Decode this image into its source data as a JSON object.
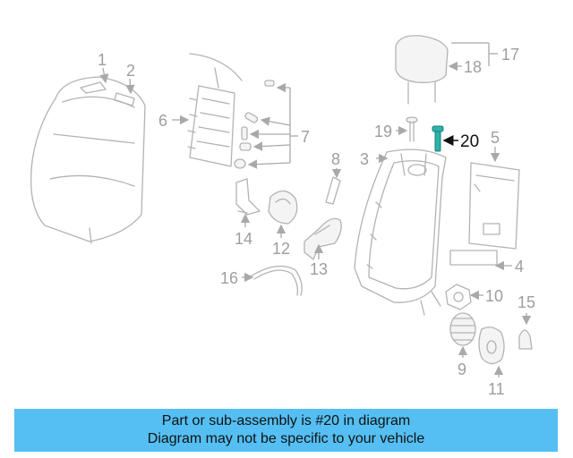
{
  "callouts": {
    "c1": "1",
    "c2": "2",
    "c3": "3",
    "c4": "4",
    "c5": "5",
    "c6": "6",
    "c7": "7",
    "c8": "8",
    "c9": "9",
    "c10": "10",
    "c11": "11",
    "c12": "12",
    "c13": "13",
    "c14": "14",
    "c15": "15",
    "c16": "16",
    "c17": "17",
    "c18": "18",
    "c19": "19",
    "c20": "20"
  },
  "highlighted_part": "20",
  "colors": {
    "banner": "#55bff3",
    "highlight_part": "#2bb3a8",
    "line_art": "#b3b3b3"
  },
  "banner": {
    "line1": "Part or sub-assembly is #20 in diagram",
    "line2": "Diagram may not be specific to your vehicle"
  }
}
